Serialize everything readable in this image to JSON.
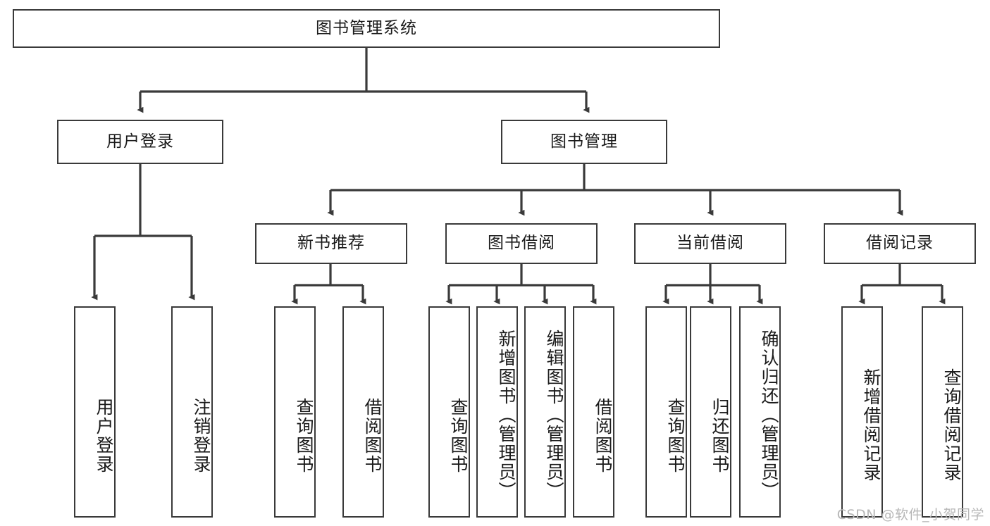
{
  "diagram": {
    "title": "图书管理系统",
    "type": "tree-hierarchy",
    "watermark": "CSDN @软件_小贺同学",
    "colors": {
      "box_border": "#3a3a3a",
      "box_fill": "#ffffff",
      "edge": "#3a3a3a",
      "text": "#1a1a1a",
      "watermark_text": "#b7b7b7",
      "background": "#ffffff"
    },
    "nodes": {
      "root": {
        "label": "图书管理系统",
        "level": 0
      },
      "user_login": {
        "label": "用户登录",
        "level": 1
      },
      "book_manage": {
        "label": "图书管理",
        "level": 1
      },
      "new_book_rec": {
        "label": "新书推荐",
        "level": 2
      },
      "book_borrow": {
        "label": "图书借阅",
        "level": 2
      },
      "current_borrow": {
        "label": "当前借阅",
        "level": 2
      },
      "borrow_record": {
        "label": "借阅记录",
        "level": 2
      },
      "leaf_user_login": {
        "label": "用户登录",
        "level": 2,
        "orientation": "vertical"
      },
      "leaf_user_logout": {
        "label": "注销登录",
        "level": 2,
        "orientation": "vertical"
      },
      "leaf_rec_query": {
        "label": "查询图书",
        "level": 3,
        "orientation": "vertical"
      },
      "leaf_rec_borrow": {
        "label": "借阅图书",
        "level": 3,
        "orientation": "vertical"
      },
      "leaf_borrow_query": {
        "label": "查询图书",
        "level": 3,
        "orientation": "vertical"
      },
      "leaf_borrow_add": {
        "label": "新增图书（管理员）",
        "level": 3,
        "orientation": "vertical"
      },
      "leaf_borrow_edit": {
        "label": "编辑图书（管理员）",
        "level": 3,
        "orientation": "vertical"
      },
      "leaf_borrow_take": {
        "label": "借阅图书",
        "level": 3,
        "orientation": "vertical"
      },
      "leaf_cur_query": {
        "label": "查询图书",
        "level": 3,
        "orientation": "vertical"
      },
      "leaf_cur_return": {
        "label": "归还图书",
        "level": 3,
        "orientation": "vertical"
      },
      "leaf_cur_confirm": {
        "label": "确认归还（管理员）",
        "level": 3,
        "orientation": "vertical"
      },
      "leaf_rec_add": {
        "label": "新增借阅记录",
        "level": 3,
        "orientation": "vertical"
      },
      "leaf_rec_search": {
        "label": "查询借阅记录",
        "level": 3,
        "orientation": "vertical"
      }
    },
    "edges": [
      {
        "from": "root",
        "to": "user_login"
      },
      {
        "from": "root",
        "to": "book_manage"
      },
      {
        "from": "user_login",
        "to": "leaf_user_login"
      },
      {
        "from": "user_login",
        "to": "leaf_user_logout"
      },
      {
        "from": "book_manage",
        "to": "new_book_rec"
      },
      {
        "from": "book_manage",
        "to": "book_borrow"
      },
      {
        "from": "book_manage",
        "to": "current_borrow"
      },
      {
        "from": "book_manage",
        "to": "borrow_record"
      },
      {
        "from": "new_book_rec",
        "to": "leaf_rec_query"
      },
      {
        "from": "new_book_rec",
        "to": "leaf_rec_borrow"
      },
      {
        "from": "book_borrow",
        "to": "leaf_borrow_query"
      },
      {
        "from": "book_borrow",
        "to": "leaf_borrow_add"
      },
      {
        "from": "book_borrow",
        "to": "leaf_borrow_edit"
      },
      {
        "from": "book_borrow",
        "to": "leaf_borrow_take"
      },
      {
        "from": "current_borrow",
        "to": "leaf_cur_query"
      },
      {
        "from": "current_borrow",
        "to": "leaf_cur_return"
      },
      {
        "from": "current_borrow",
        "to": "leaf_cur_confirm"
      },
      {
        "from": "borrow_record",
        "to": "leaf_rec_add"
      },
      {
        "from": "borrow_record",
        "to": "leaf_rec_search"
      }
    ]
  }
}
